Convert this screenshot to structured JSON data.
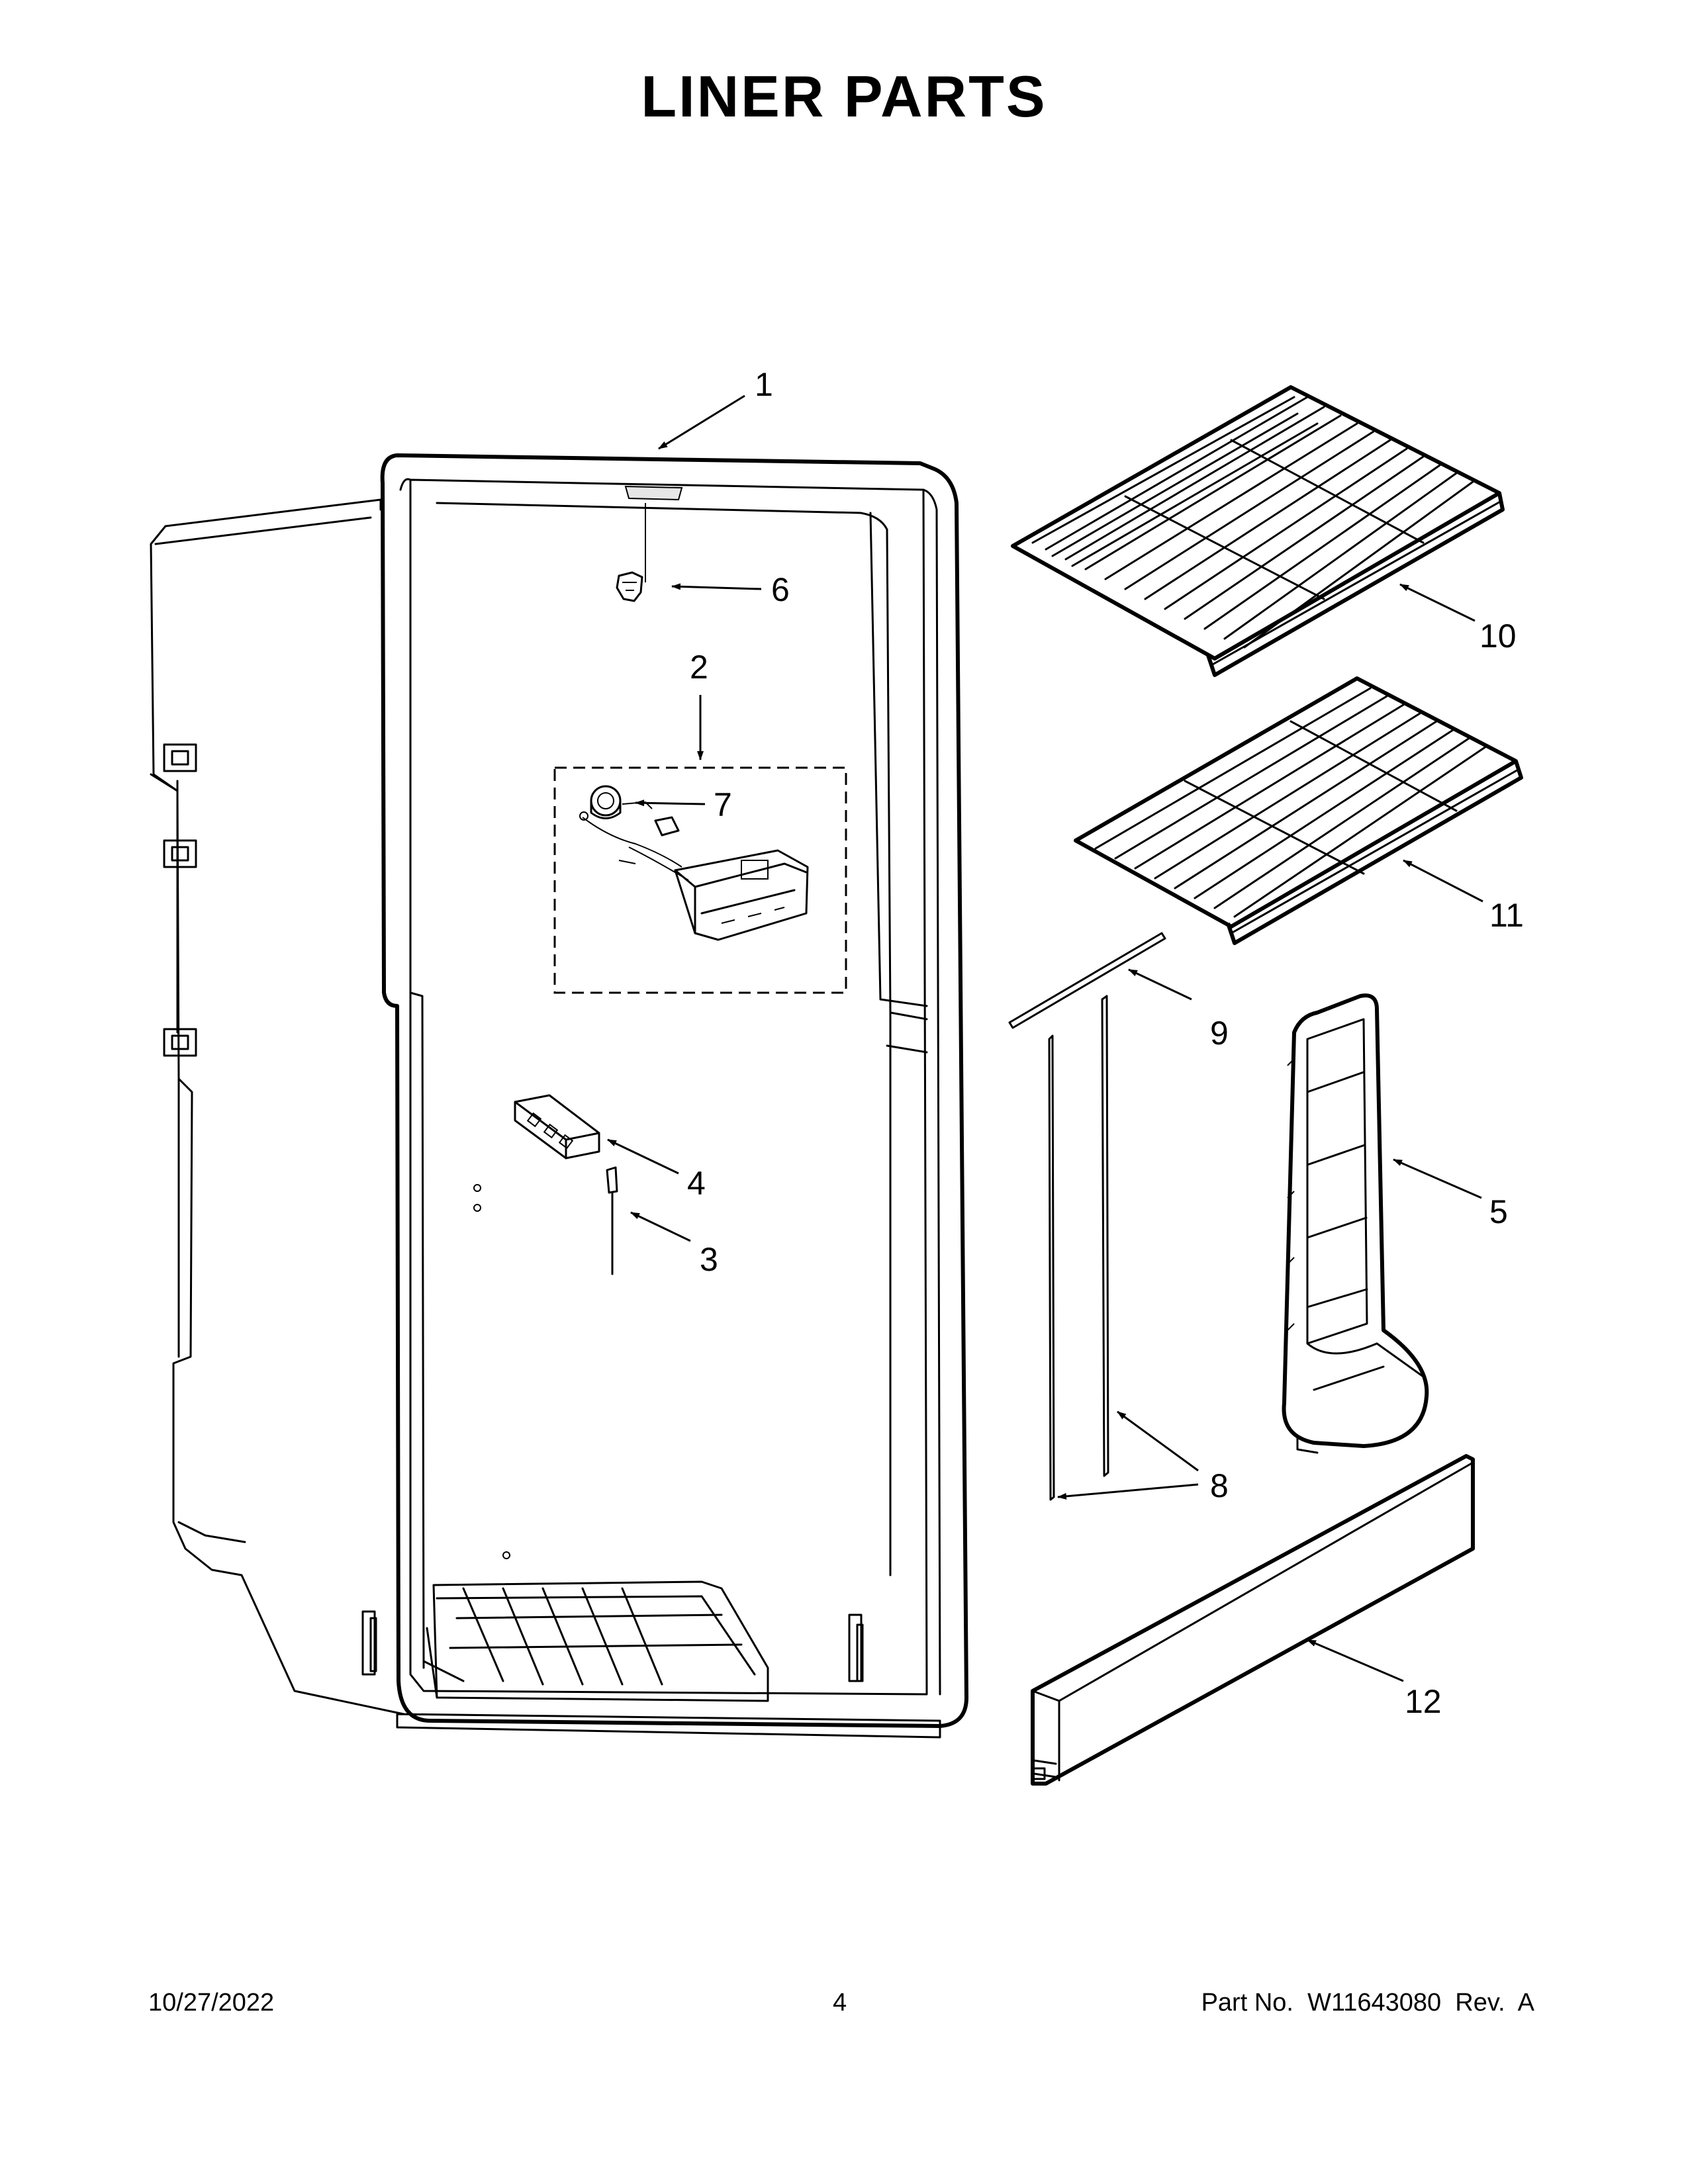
{
  "title": "LINER PARTS",
  "callouts": {
    "c1": "1",
    "c2": "2",
    "c3": "3",
    "c4": "4",
    "c5": "5",
    "c6": "6",
    "c7": "7",
    "c8": "8",
    "c9": "9",
    "c10": "10",
    "c11": "11",
    "c12": "12"
  },
  "footer": {
    "date": "10/27/2022",
    "page": "4",
    "part": "Part No.  W11643080  Rev.  A"
  }
}
